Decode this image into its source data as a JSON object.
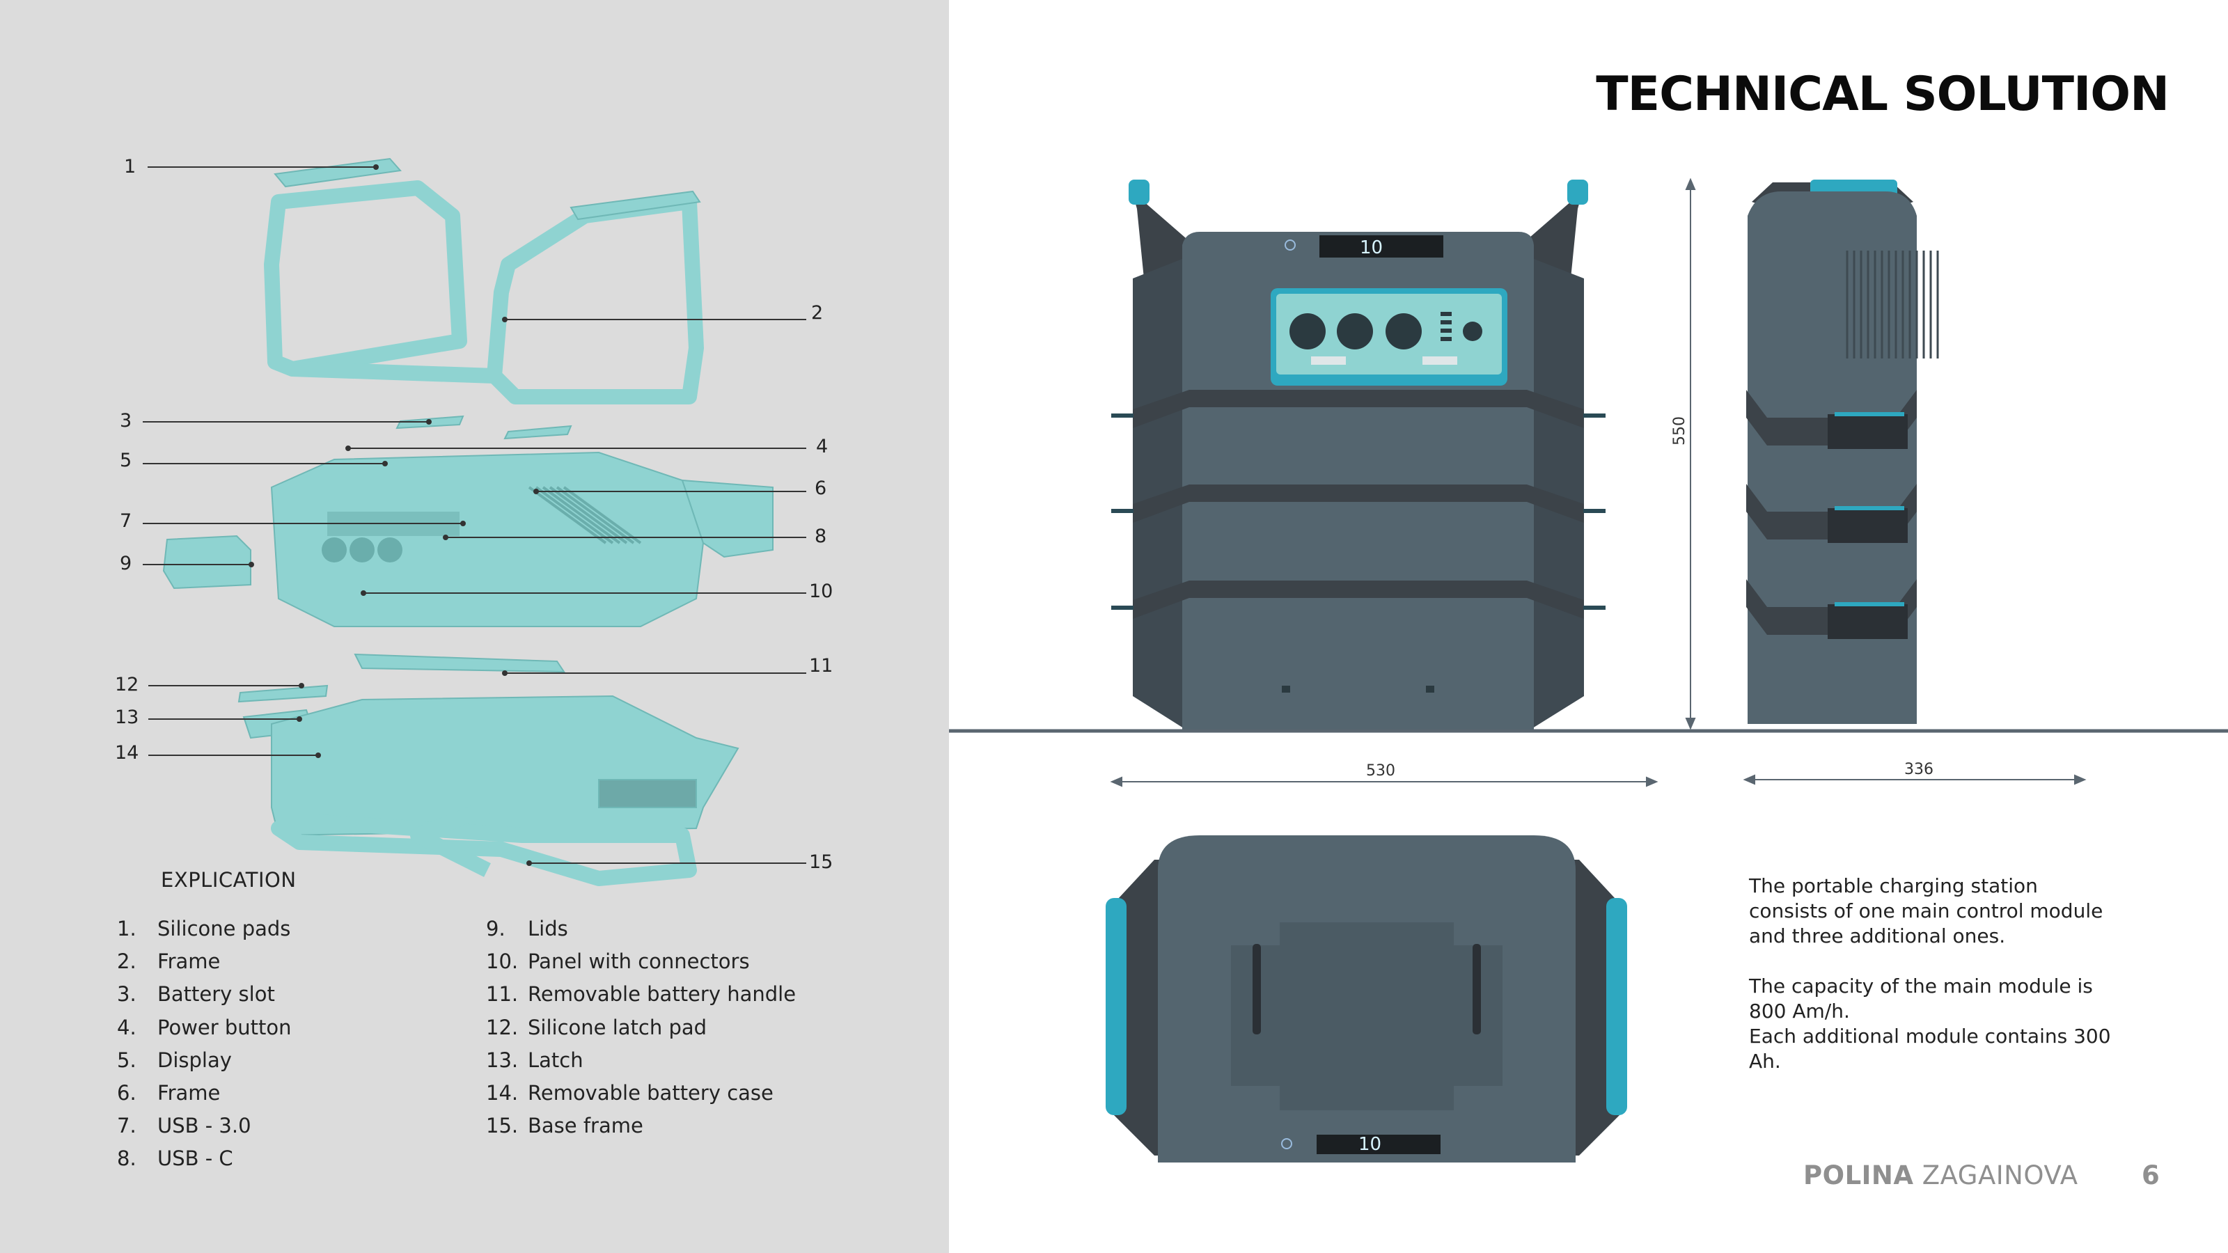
{
  "page": {
    "title": "TECHNICAL SOLUTION",
    "author_first": "POLINA",
    "author_last": "ZAGAINOVA",
    "page_number": "6"
  },
  "colors": {
    "left_bg": "#dcdcdc",
    "part_fill": "#8fd3d1",
    "body_fill": "#54656f",
    "dark_band": "#3c4349",
    "accent": "#2ea8c0",
    "ground_line": "#5a6670"
  },
  "callouts": [
    "1",
    "2",
    "3",
    "4",
    "5",
    "6",
    "7",
    "8",
    "9",
    "10",
    "11",
    "12",
    "13",
    "14",
    "15"
  ],
  "explication": {
    "heading": "EXPLICATION",
    "left_items": [
      {
        "num": "1.",
        "label": "Silicone pads"
      },
      {
        "num": "2.",
        "label": "Frame"
      },
      {
        "num": "3.",
        "label": "Battery slot"
      },
      {
        "num": "4.",
        "label": "Power button"
      },
      {
        "num": "5.",
        "label": "Display"
      },
      {
        "num": "6.",
        "label": "Frame"
      },
      {
        "num": "7.",
        "label": "USB - 3.0"
      },
      {
        "num": "8.",
        "label": "USB - C"
      }
    ],
    "right_items": [
      {
        "num": "9.",
        "label": "Lids"
      },
      {
        "num": "10.",
        "label": "Panel with connectors"
      },
      {
        "num": "11.",
        "label": "Removable battery handle"
      },
      {
        "num": "12.",
        "label": "Silicone latch pad"
      },
      {
        "num": "13.",
        "label": "Latch"
      },
      {
        "num": "14.",
        "label": "Removable battery case"
      },
      {
        "num": "15.",
        "label": "Base frame"
      }
    ]
  },
  "dimensions": {
    "height": "550",
    "width": "530",
    "depth": "336"
  },
  "display_readout": "10",
  "description": {
    "para1": "The portable charging station consists of one main control module and three additional ones.",
    "para2_line1": "The capacity of the main module is 800 Am/h.",
    "para2_line2": "Each additional module contains 300 Ah."
  }
}
